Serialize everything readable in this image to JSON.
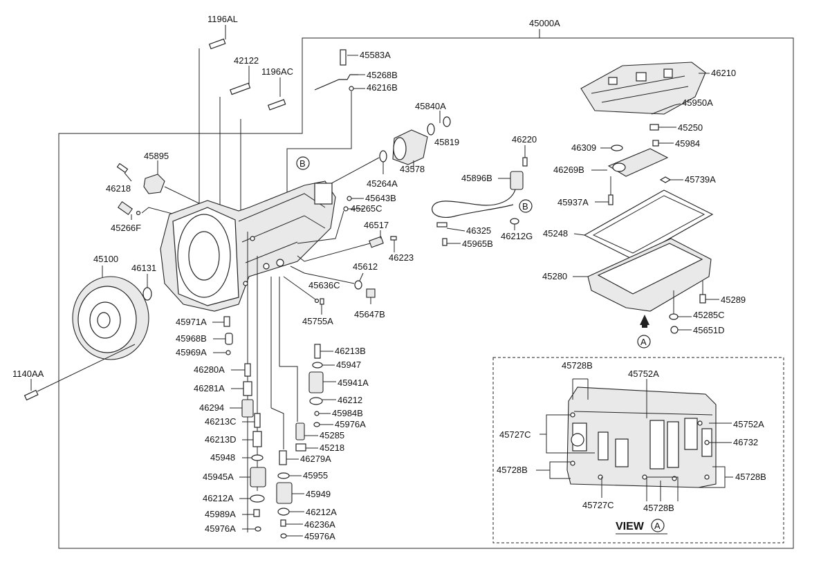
{
  "assembly": "45000A",
  "view_title": "VIEW",
  "refs": {
    "A": "A",
    "B": "B"
  },
  "labels": {
    "p1196AL": "1196AL",
    "p42122": "42122",
    "p1196AC": "1196AC",
    "p45583A": "45583A",
    "p45268B": "45268B",
    "p46216B": "46216B",
    "p45840A": "45840A",
    "p45819": "45819",
    "p43578": "43578",
    "p45264A": "45264A",
    "p45895": "45895",
    "p46218": "46218",
    "p45266F": "45266F",
    "p45643B": "45643B",
    "p45265C": "45265C",
    "p46517": "46517",
    "p46223": "46223",
    "p45100": "45100",
    "p46131": "46131",
    "p45612": "45612",
    "p45636C": "45636C",
    "p45647B": "45647B",
    "p45755A": "45755A",
    "p45971A": "45971A",
    "p45968B": "45968B",
    "p45969A": "45969A",
    "p1140AA": "1140AA",
    "p46280A": "46280A",
    "p46281A": "46281A",
    "p46294": "46294",
    "p46213C": "46213C",
    "p46213D": "46213D",
    "p45948": "45948",
    "p45945A": "45945A",
    "p46212A_l": "46212A",
    "p45989A": "45989A",
    "p45976A_l": "45976A",
    "p46213B": "46213B",
    "p45947": "45947",
    "p45941A": "45941A",
    "p46212": "46212",
    "p45984B": "45984B",
    "p45976A_m": "45976A",
    "p45285": "45285",
    "p45218": "45218",
    "p46279A": "46279A",
    "p45955": "45955",
    "p45949": "45949",
    "p46212A_r": "46212A",
    "p46236A": "46236A",
    "p45976A_r": "45976A",
    "p46220": "46220",
    "p45896B": "45896B",
    "p46325": "46325",
    "p45965B": "45965B",
    "p46212G": "46212G",
    "p46210": "46210",
    "p45950A": "45950A",
    "p45250": "45250",
    "p46309": "46309",
    "p45984": "45984",
    "p46269B": "46269B",
    "p45739A": "45739A",
    "p45937A": "45937A",
    "p45248": "45248",
    "p45280": "45280",
    "p45289": "45289",
    "p45285C": "45285C",
    "p45651D": "45651D",
    "p45728B_t": "45728B",
    "p45752A_t": "45752A",
    "p45727C_l": "45727C",
    "p45752A_r": "45752A",
    "p46732": "46732",
    "p45728B_l": "45728B",
    "p45728B_r": "45728B",
    "p45727C_b": "45727C",
    "p45728B_b": "45728B"
  }
}
